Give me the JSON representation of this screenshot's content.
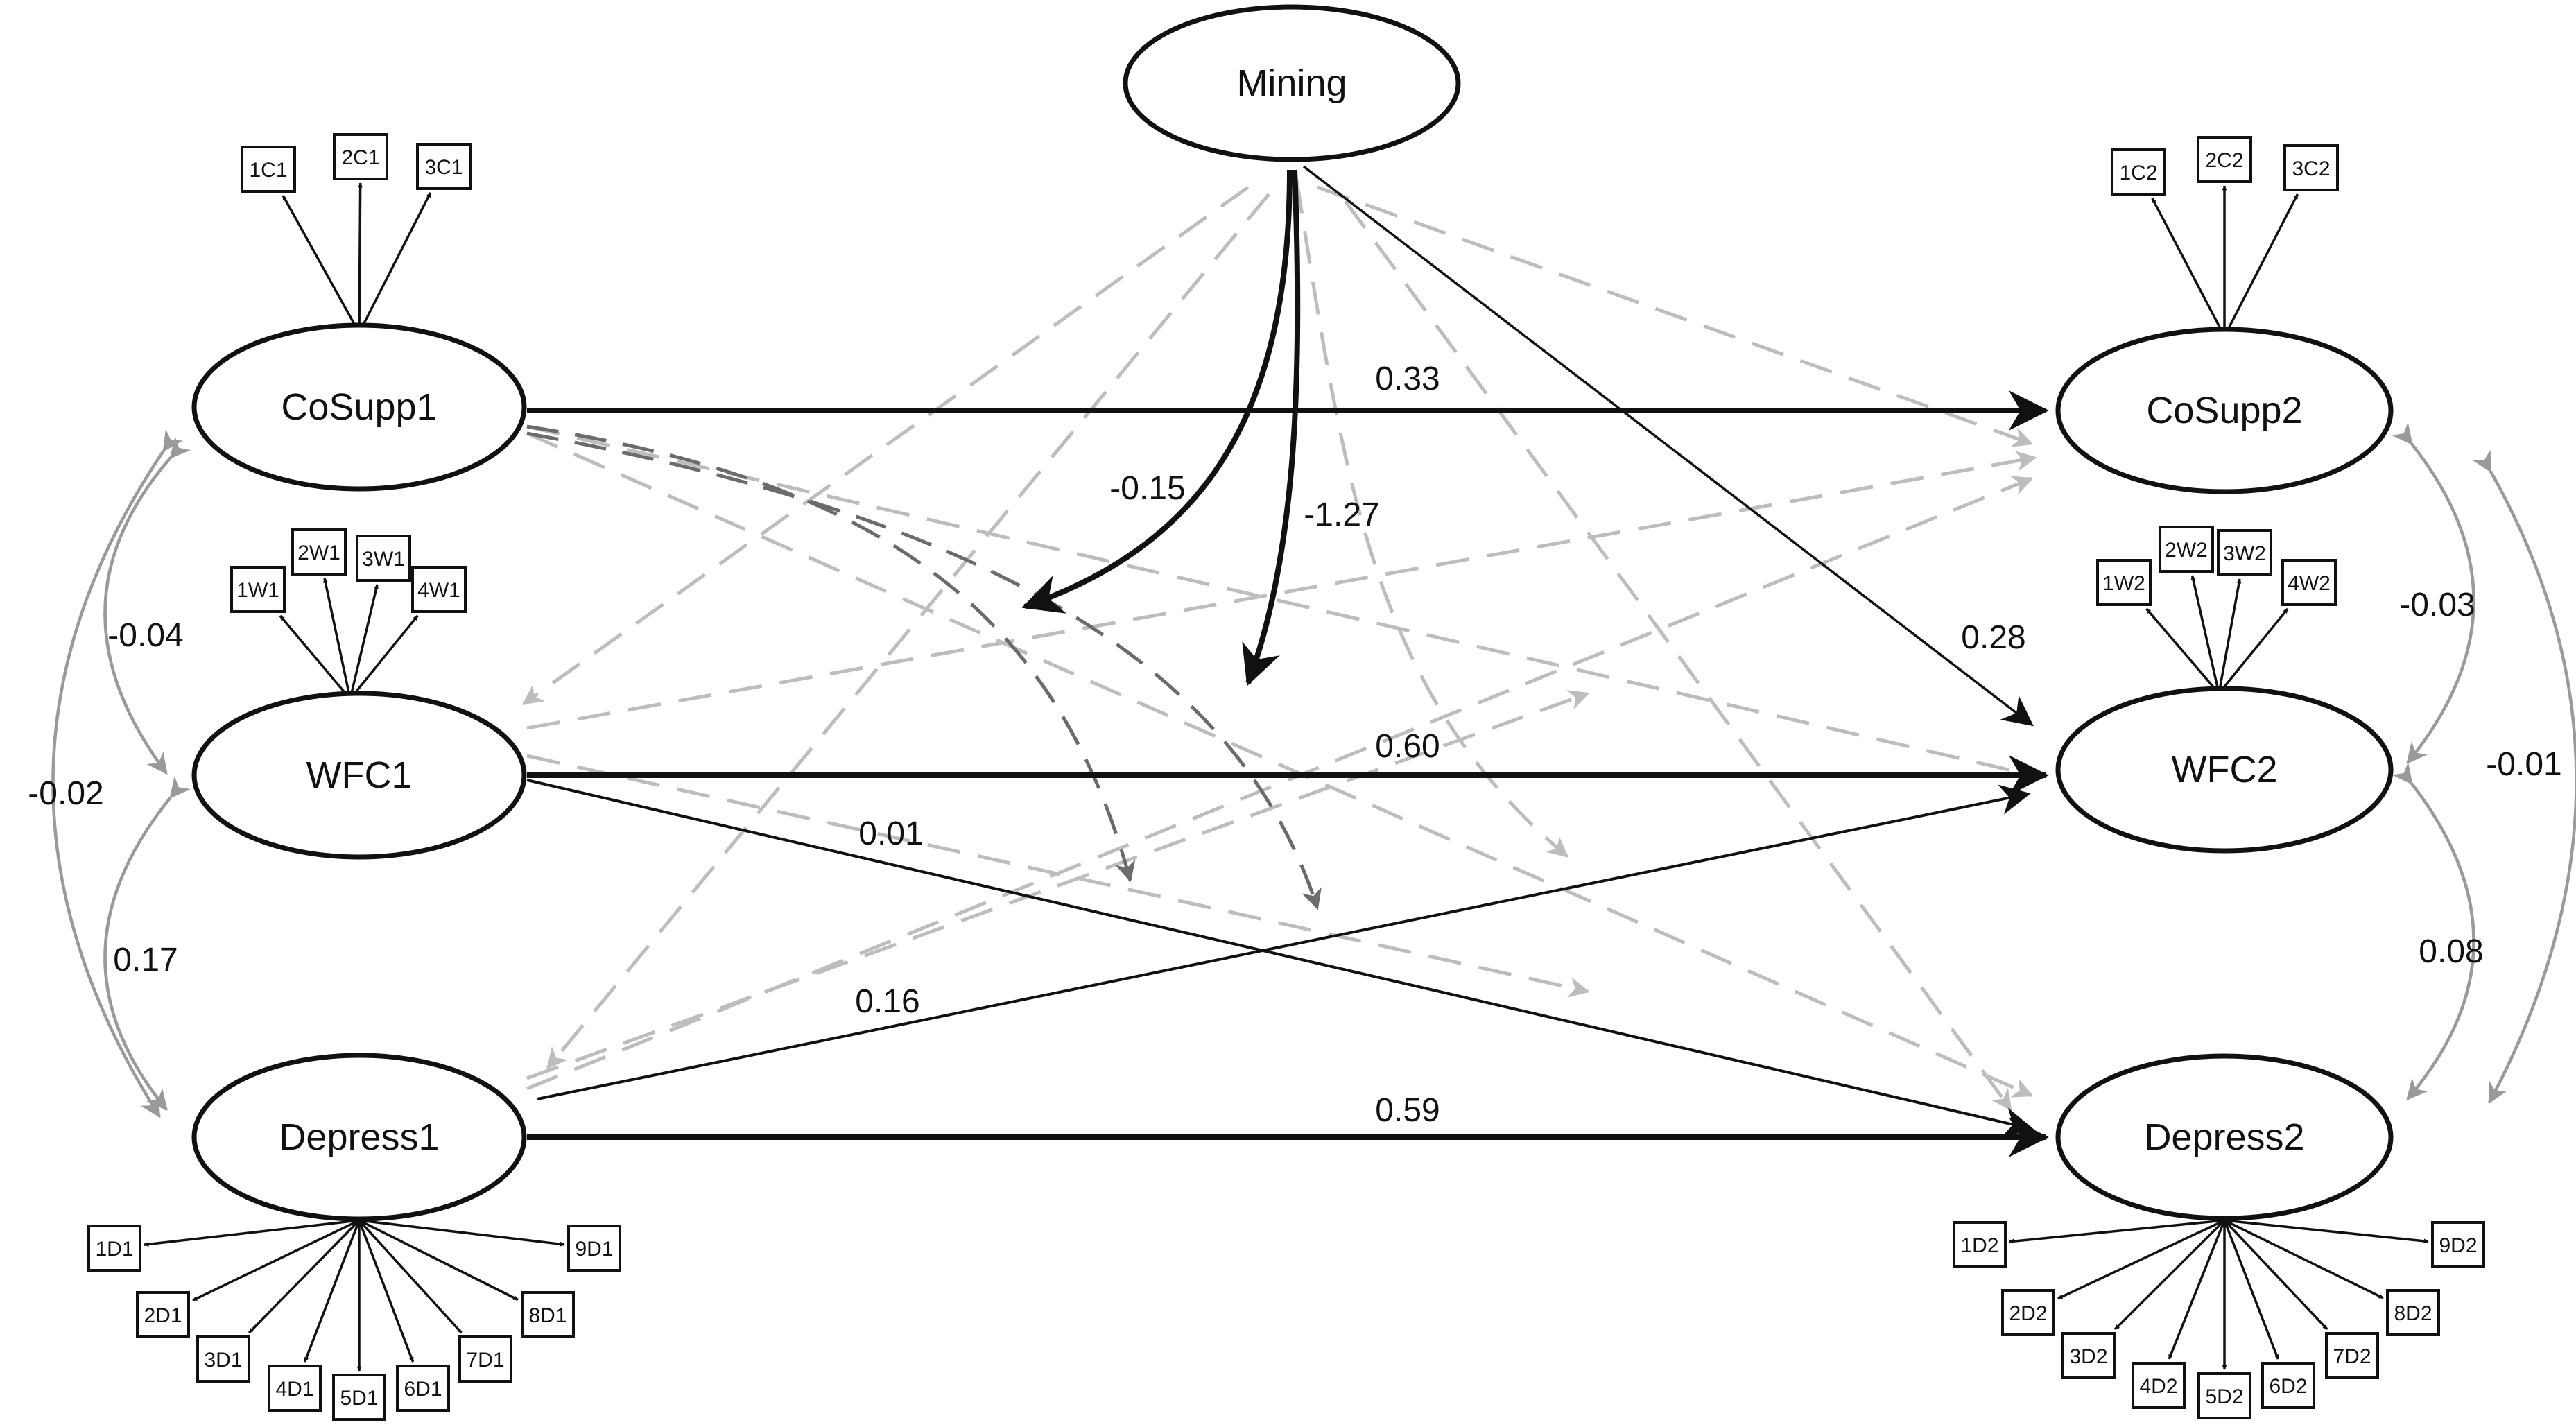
{
  "latents": [
    {
      "id": "mining",
      "label": "Mining"
    },
    {
      "id": "cosupp1",
      "label": "CoSupp1"
    },
    {
      "id": "wfc1",
      "label": "WFC1"
    },
    {
      "id": "depress1",
      "label": "Depress1"
    },
    {
      "id": "cosupp2",
      "label": "CoSupp2"
    },
    {
      "id": "wfc2",
      "label": "WFC2"
    },
    {
      "id": "depress2",
      "label": "Depress2"
    }
  ],
  "indicators": {
    "cosupp1": [
      "1C1",
      "2C1",
      "3C1"
    ],
    "cosupp2": [
      "1C2",
      "2C2",
      "3C2"
    ],
    "wfc1": [
      "1W1",
      "2W1",
      "3W1",
      "4W1"
    ],
    "wfc2": [
      "1W2",
      "2W2",
      "3W2",
      "4W2"
    ],
    "depress1": [
      "1D1",
      "2D1",
      "3D1",
      "4D1",
      "5D1",
      "6D1",
      "7D1",
      "8D1",
      "9D1"
    ],
    "depress2": [
      "1D2",
      "2D2",
      "3D2",
      "4D2",
      "5D2",
      "6D2",
      "7D2",
      "8D2",
      "9D2"
    ]
  },
  "significant_paths": [
    {
      "from": "cosupp1",
      "to": "cosupp2",
      "coef": "0.33"
    },
    {
      "from": "wfc1",
      "to": "wfc2",
      "coef": "0.60"
    },
    {
      "from": "depress1",
      "to": "depress2",
      "coef": "0.59"
    },
    {
      "from": "wfc1",
      "to": "depress2",
      "coef": "0.01"
    },
    {
      "from": "depress1",
      "to": "wfc2",
      "coef": "0.16"
    },
    {
      "from": "mining",
      "to": "wfc2",
      "coef": "0.28"
    }
  ],
  "moderation_effects": [
    {
      "coef": "-0.15"
    },
    {
      "coef": "-1.27"
    }
  ],
  "covariances_t1": [
    {
      "between": [
        "cosupp1",
        "wfc1"
      ],
      "coef": "-0.04"
    },
    {
      "between": [
        "wfc1",
        "depress1"
      ],
      "coef": "0.17"
    },
    {
      "between": [
        "cosupp1",
        "depress1"
      ],
      "coef": "-0.02"
    }
  ],
  "covariances_t2": [
    {
      "between": [
        "cosupp2",
        "wfc2"
      ],
      "coef": "-0.03"
    },
    {
      "between": [
        "wfc2",
        "depress2"
      ],
      "coef": "0.08"
    },
    {
      "between": [
        "cosupp2",
        "depress2"
      ],
      "coef": "-0.01"
    }
  ],
  "colors": {
    "significant": "#111111",
    "nonsignificant": "#bdbdbd",
    "moderation_dashed": "#6b6b6b",
    "covariance": "#9a9a9a"
  }
}
